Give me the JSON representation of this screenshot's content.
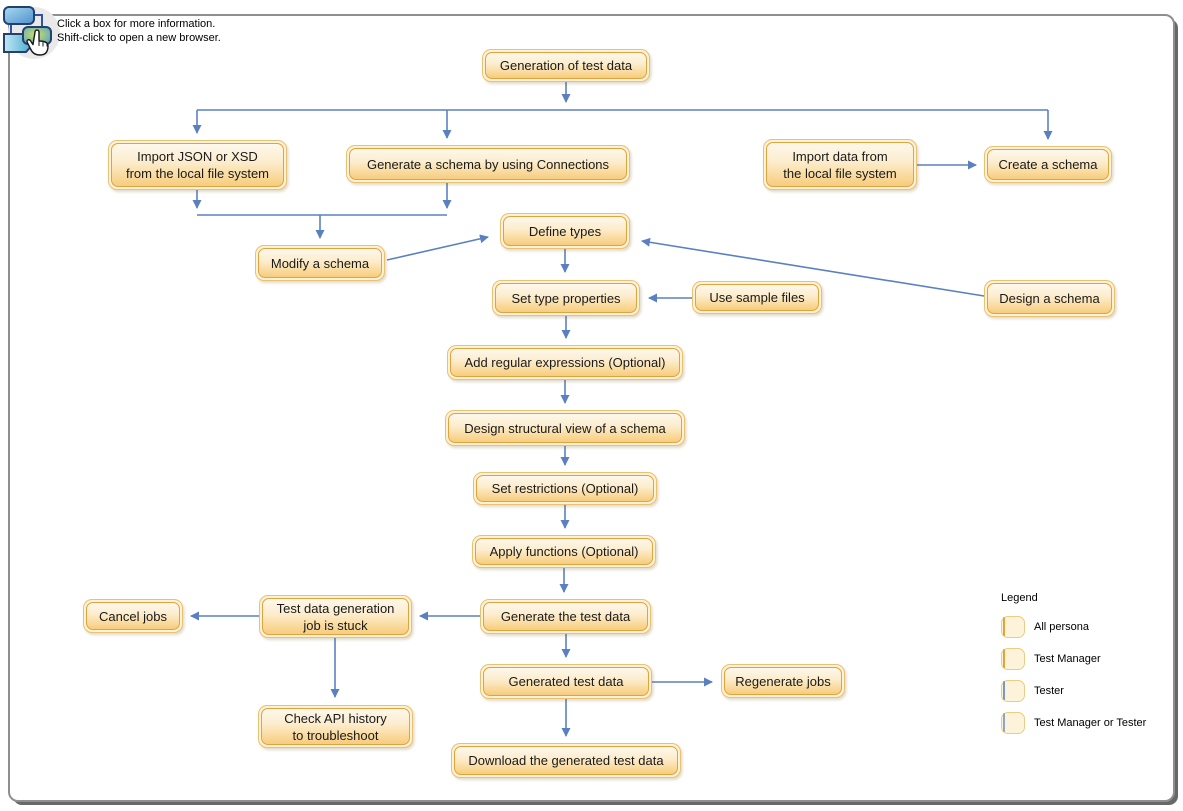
{
  "instructions": {
    "line1": "Click a box for more information.",
    "line2": "Shift-click to open a new browser."
  },
  "nodes": {
    "generation": "Generation of test data",
    "import_json_xsd": "Import JSON or XSD\nfrom the local file system",
    "generate_schema_connections": "Generate a schema by using Connections",
    "import_data": "Import data from\nthe local file system",
    "create_schema": "Create a schema",
    "modify_schema": "Modify a schema",
    "define_types": "Define types",
    "set_type_properties": "Set type properties",
    "use_sample_files": "Use sample files",
    "design_schema": "Design a schema",
    "add_regex": "Add regular expressions (Optional)",
    "design_structural_view": "Design structural view of a schema",
    "set_restrictions": "Set restrictions (Optional)",
    "apply_functions": "Apply functions (Optional)",
    "generate_test_data": "Generate the test data",
    "job_stuck": "Test data generation\njob is stuck",
    "cancel_jobs": "Cancel jobs",
    "check_api_history": "Check API history\nto troubleshoot",
    "generated_test_data": "Generated test data",
    "regenerate_jobs": "Regenerate jobs",
    "download": "Download the generated test data"
  },
  "legend": {
    "title": "Legend",
    "items": [
      {
        "label": "All persona",
        "color": "#fae0a8"
      },
      {
        "label": "Test Manager",
        "color": "#f3a62e"
      },
      {
        "label": "Tester",
        "color": "#6f9cd2"
      },
      {
        "label": "Test Manager or Tester",
        "color": "#d4e2f3"
      }
    ]
  },
  "colors": {
    "connector": "#5b80c2",
    "node_border": "#e1a33c",
    "node_fill_top": "#fdf8ec",
    "node_fill_bottom": "#f6cc80",
    "frame_border": "#8f8f8f"
  }
}
